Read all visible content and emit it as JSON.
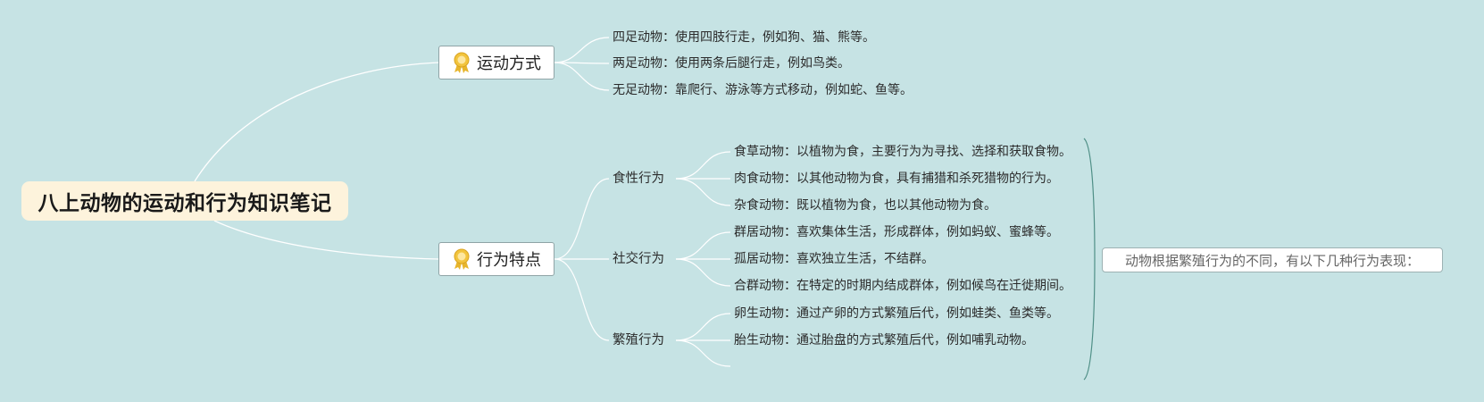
{
  "root": {
    "title": "八上动物的运动和行为知识笔记"
  },
  "motion": {
    "label": "运动方式",
    "icon": "medal-icon",
    "items": [
      "四足动物：使用四肢行走，例如狗、猫、熊等。",
      "两足动物：使用两条后腿行走，例如鸟类。",
      "无足动物：靠爬行、游泳等方式移动，例如蛇、鱼等。"
    ]
  },
  "behavior": {
    "label": "行为特点",
    "icon": "medal-icon",
    "groups": [
      {
        "label": "食性行为",
        "items": [
          "食草动物：以植物为食，主要行为为寻找、选择和获取食物。",
          "肉食动物：以其他动物为食，具有捕猎和杀死猎物的行为。",
          "杂食动物：既以植物为食，也以其他动物为食。"
        ]
      },
      {
        "label": "社交行为",
        "items": [
          "群居动物：喜欢集体生活，形成群体，例如蚂蚁、蜜蜂等。",
          "孤居动物：喜欢独立生活，不结群。",
          "合群动物：在特定的时期内结成群体，例如候鸟在迁徙期间。"
        ]
      },
      {
        "label": "繁殖行为",
        "items": [
          "卵生动物：通过产卵的方式繁殖后代，例如蛙类、鱼类等。",
          "胎生动物：通过胎盘的方式繁殖后代，例如哺乳动物。",
          ""
        ]
      }
    ]
  },
  "summary_note": "动物根据繁殖行为的不同，有以下几种行为表现：",
  "colors": {
    "background": "#c6e3e4",
    "root_fill": "#fdf3dc",
    "line": "#ffffff",
    "bracket": "#4f8f86",
    "medal": "#f2c43d"
  }
}
